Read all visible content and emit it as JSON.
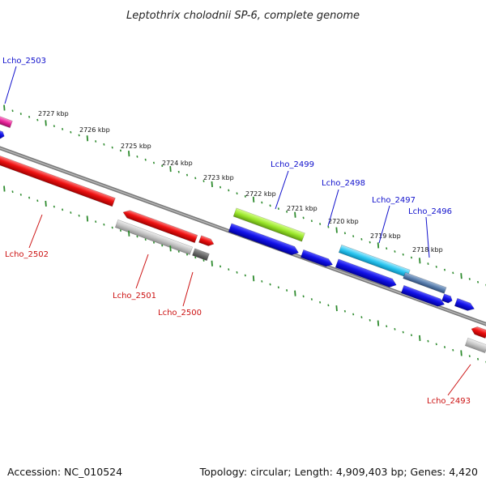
{
  "title": "Leptothrix cholodnii SP-6, complete genome",
  "footer": {
    "accession": "Accession: NC_010524",
    "summary": "Topology: circular; Length: 4,909,403 bp; Genes: 4,420"
  },
  "scale_ticks": [
    "2727 kbp",
    "2726 kbp",
    "2725 kbp",
    "2724 kbp",
    "2723 kbp",
    "2722 kbp",
    "2721 kbp",
    "2720 kbp",
    "2719 kbp",
    "2718 kbp"
  ],
  "genes": [
    {
      "id": "Lcho_2503",
      "color": "#1010cc"
    },
    {
      "id": "Lcho_2502",
      "color": "#cc1111"
    },
    {
      "id": "Lcho_2501",
      "color": "#cc1111"
    },
    {
      "id": "Lcho_2500",
      "color": "#cc1111"
    },
    {
      "id": "Lcho_2499",
      "color": "#1010cc"
    },
    {
      "id": "Lcho_2498",
      "color": "#1010cc"
    },
    {
      "id": "Lcho_2497",
      "color": "#1010cc"
    },
    {
      "id": "Lcho_2496",
      "color": "#1010cc"
    },
    {
      "id": "Lcho_2493",
      "color": "#cc1111"
    }
  ],
  "colors": {
    "backbone": "#7a7a7a",
    "tick": "#2e8b2e",
    "forward_cds": "#0b0bdc",
    "reverse_cds": "#ee1111",
    "rna": "#bdbdbd",
    "dark_feature": "#6a6a6a",
    "highlight_green": "#9ae62a",
    "highlight_cyan": "#2cc6f0",
    "highlight_magenta": "#e8239a"
  }
}
